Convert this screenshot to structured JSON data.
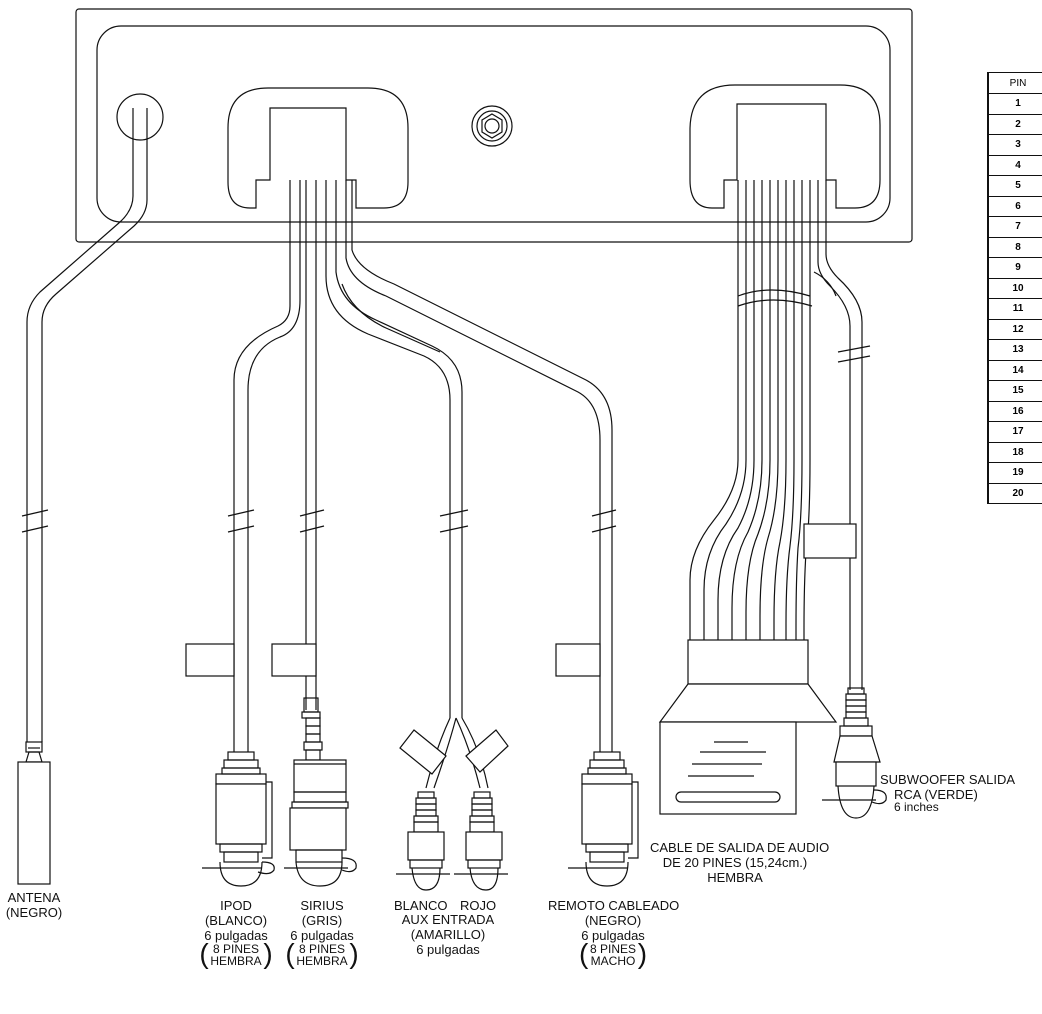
{
  "labels": {
    "antena": [
      "ANTENA",
      "(NEGRO)"
    ],
    "ipod": [
      "IPOD",
      "(BLANCO)",
      "6 pulgadas",
      "8 PINES",
      "HEMBRA"
    ],
    "sirius": [
      "SIRIUS",
      "(GRIS)",
      "6 pulgadas",
      "8 PINES",
      "HEMBRA"
    ],
    "blanco": "BLANCO",
    "rojo": "ROJO",
    "aux": [
      "AUX ENTRADA",
      "(AMARILLO)",
      "6 pulgadas"
    ],
    "remoto": [
      "REMOTO CABLEADO",
      "(NEGRO)",
      "6 pulgadas",
      "8 PINES",
      "MACHO"
    ],
    "cable": [
      "CABLE DE SALIDA DE AUDIO",
      "DE 20 PINES (15,24cm.)",
      "HEMBRA"
    ],
    "subwoofer": [
      "SUBWOOFER SALIDA",
      "RCA (VERDE)",
      "6 inches"
    ]
  },
  "pin_table": {
    "header": "PIN",
    "pins": [
      "1",
      "2",
      "3",
      "4",
      "5",
      "6",
      "7",
      "8",
      "9",
      "10",
      "11",
      "12",
      "13",
      "14",
      "15",
      "16",
      "17",
      "18",
      "19",
      "20"
    ]
  }
}
